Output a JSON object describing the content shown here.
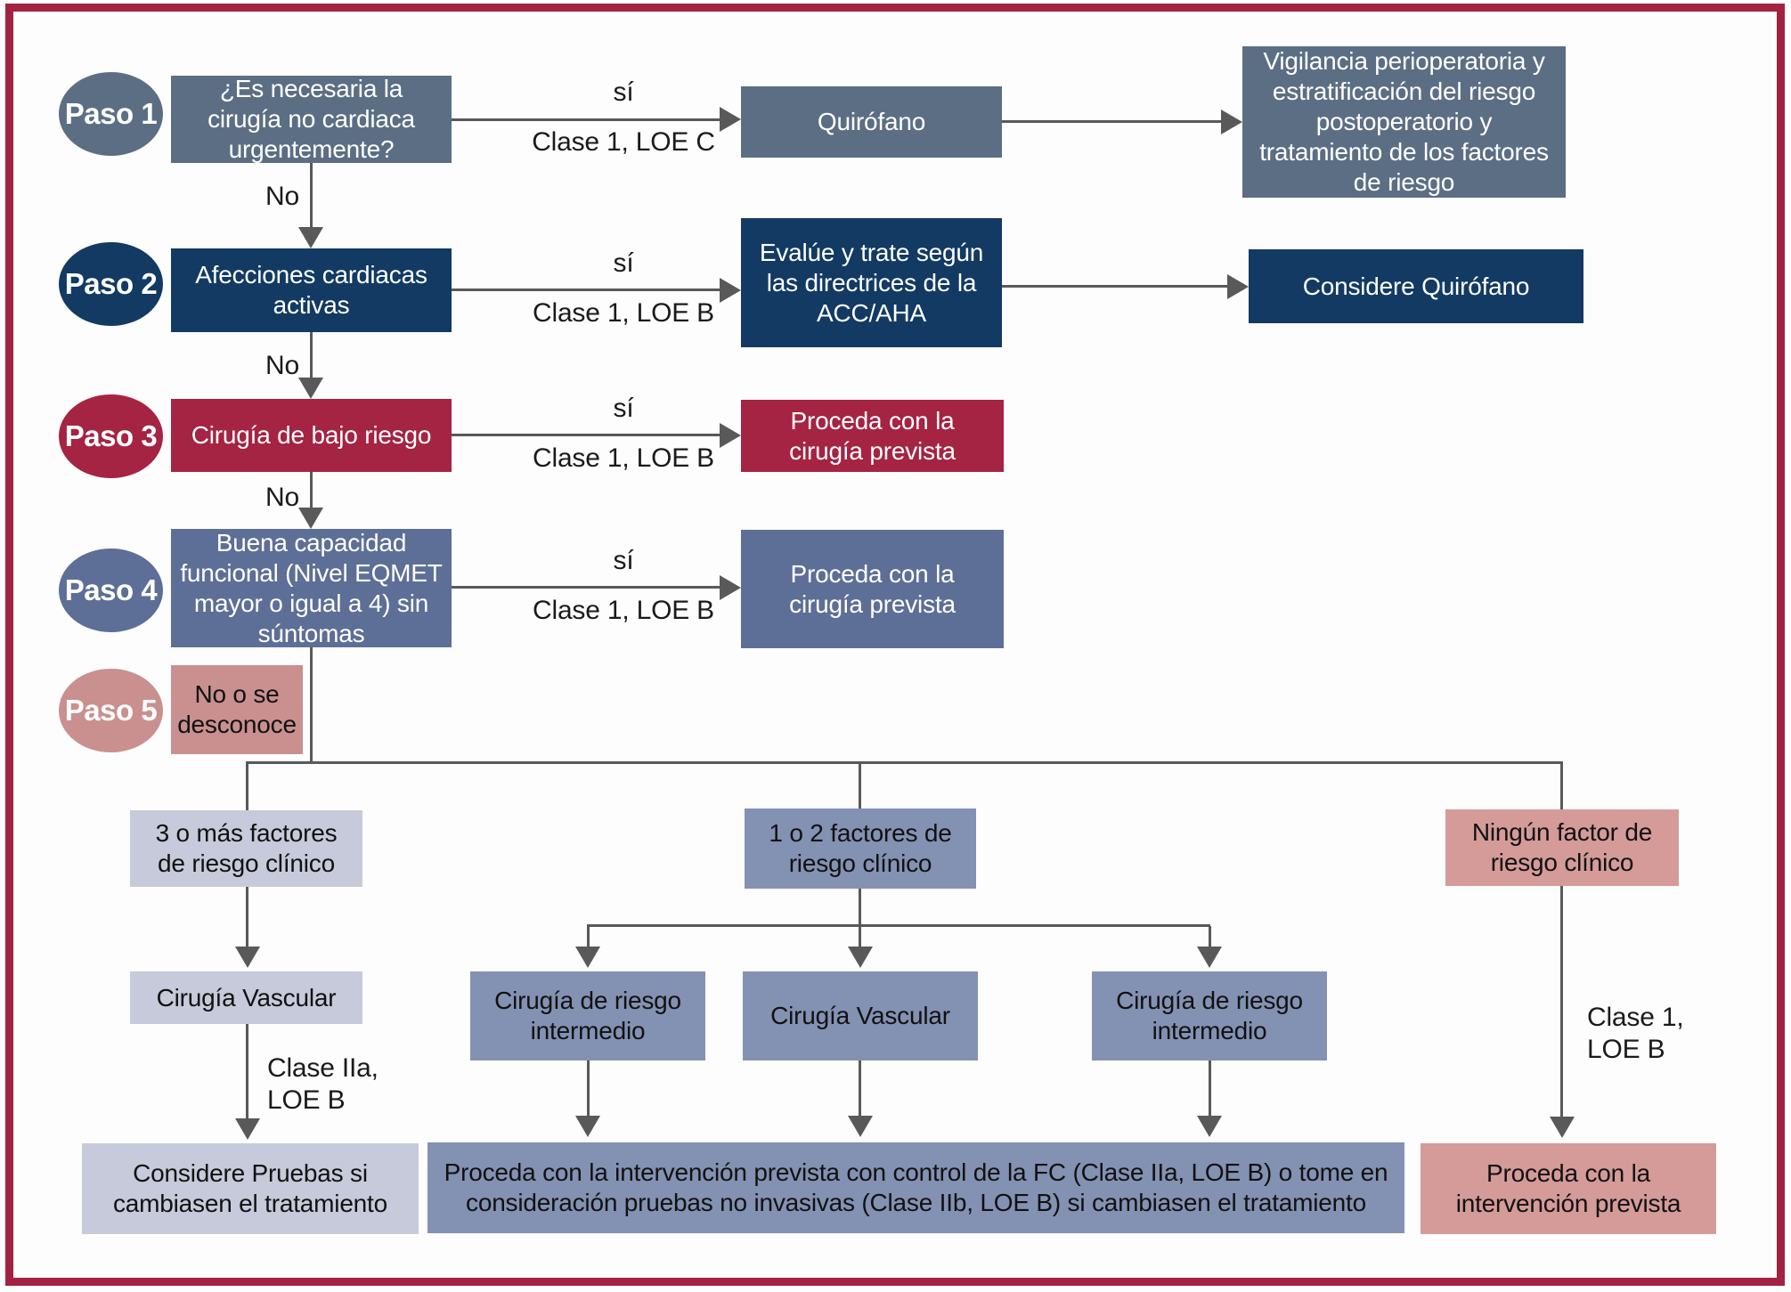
{
  "palette": {
    "frame_red": "#a22242",
    "step1_slate": "#5b6e84",
    "step2_navy": "#123a63",
    "step3_crimson": "#a52343",
    "step4_slateblue": "#5d6f96",
    "step5_pink": "#c9908f",
    "branch_pink": "#d49b99",
    "branch_light_lavender": "#c7cada",
    "branch_medium_slate": "#8391b2",
    "connector_gray": "#595959"
  },
  "steps": {
    "paso1": {
      "badge": "Paso 1",
      "box": "¿Es necesaria la cirugía no cardiaca urgentemente?",
      "yes": "sí",
      "yes_class": "Clase 1, LOE C",
      "no": "No",
      "outcome": "Quirófano",
      "followup": "Vigilancia perioperatoria y estratificación del riesgo postoperatorio y tratamiento de los factores de riesgo"
    },
    "paso2": {
      "badge": "Paso 2",
      "box": "Afecciones cardiacas activas",
      "yes": "sí",
      "yes_class": "Clase 1, LOE B",
      "no": "No",
      "outcome": "Evalúe y trate según las directrices de la ACC/AHA",
      "followup": "Considere Quirófano"
    },
    "paso3": {
      "badge": "Paso 3",
      "box": "Cirugía de bajo riesgo",
      "yes": "sí",
      "yes_class": "Clase 1, LOE B",
      "no": "No",
      "outcome": "Proceda con la cirugía prevista"
    },
    "paso4": {
      "badge": "Paso 4",
      "box": "Buena capacidad funcional (Nivel EQMET mayor o igual a 4) sin súntomas",
      "yes": "sí",
      "yes_class": "Clase 1, LOE B",
      "outcome": "Proceda con la cirugía prevista"
    },
    "paso5": {
      "badge": "Paso 5",
      "box": "No o se desconoce"
    }
  },
  "branches": {
    "left": {
      "header": "3 o más factores de riesgo clínico",
      "surgery": "Cirugía Vascular",
      "edge_class": "Clase IIa, LOE B",
      "outcome": "Considere Pruebas si cambiasen el tratamiento"
    },
    "middle": {
      "header": "1 o 2 factores de riesgo clínico",
      "options": [
        "Cirugía de riesgo intermedio",
        "Cirugía Vascular",
        "Cirugía de riesgo intermedio"
      ],
      "outcome": "Proceda con la intervención prevista con control de la FC (Clase IIa, LOE B) o tome en consideración pruebas no invasivas (Clase IIb, LOE B) si cambiasen el tratamiento"
    },
    "right": {
      "header": "Ningún factor de riesgo clínico",
      "edge_class": "Clase 1, LOE B",
      "outcome": "Proceda con la intervención prevista"
    }
  }
}
